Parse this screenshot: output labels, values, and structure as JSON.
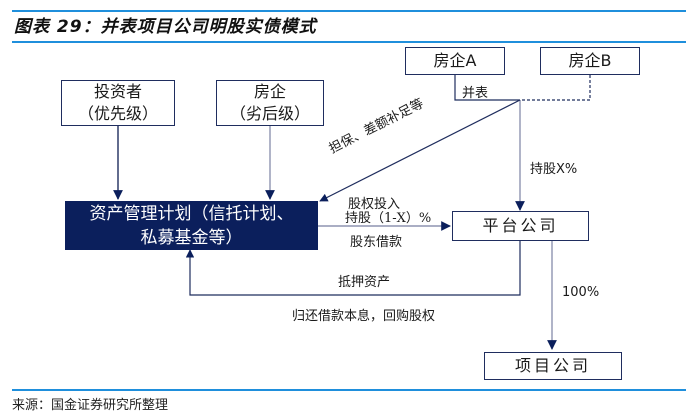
{
  "figure": {
    "title": "图表 29：并表项目公司明股实债模式",
    "source": "来源：国金证券研究所整理"
  },
  "nodes": {
    "developer_a": "房企A",
    "developer_b": "房企B",
    "investor_line1": "投资者",
    "investor_line2": "（优先级）",
    "developer_sub_line1": "房企",
    "developer_sub_line2": "（劣后级）",
    "asset_plan_line1": "资产管理计划（信托计划、",
    "asset_plan_line2": "私募基金等）",
    "platform_company": "平台公司",
    "project_company": "项目公司"
  },
  "edges": {
    "consolidation": "并表",
    "guarantee": "担保、差额补足等",
    "holding_x": "持股X%",
    "equity_investment": "股权投入",
    "holding_1_minus_x": "持股（1-X）%",
    "shareholder_loan": "股东借款",
    "pledged_assets": "抵押资产",
    "repayment": "归还借款本息，回购股权",
    "holding_100": "100%"
  },
  "colors": {
    "accent_rule": "#1f8fdc",
    "dark_box": "#0b1f5c",
    "line": "#1f2d5e",
    "line_light": "#8e94b0"
  }
}
